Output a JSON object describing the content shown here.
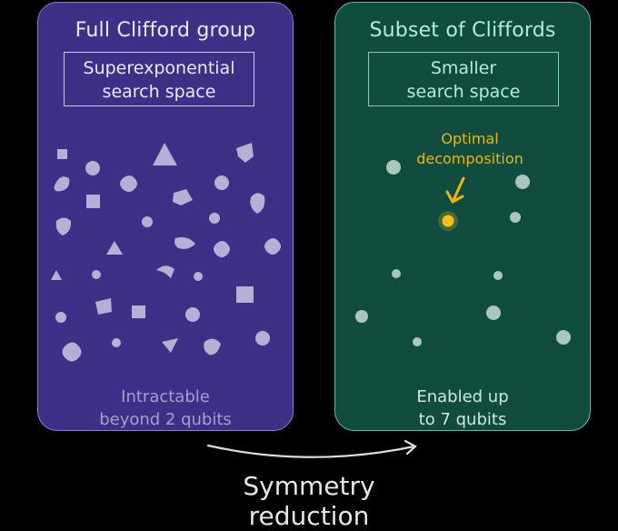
{
  "left_panel": {
    "title": "Full Clifford group",
    "box_line1": "Superexponential",
    "box_line2": "search space",
    "footer_line1": "Intractable",
    "footer_line2": "beyond 2 qubits",
    "color": "#3c2f86"
  },
  "right_panel": {
    "title": "Subset of Cliffords",
    "box_line1": "Smaller",
    "box_line2": "search space",
    "footer_line1": "Enabled up",
    "footer_line2": "to 7 qubits",
    "color": "#0f4c3e"
  },
  "annotation": {
    "line1": "Optimal",
    "line2": "decomposition",
    "color": "#e8b714"
  },
  "arrow_label": {
    "line1": "Symmetry",
    "line2": "reduction"
  }
}
